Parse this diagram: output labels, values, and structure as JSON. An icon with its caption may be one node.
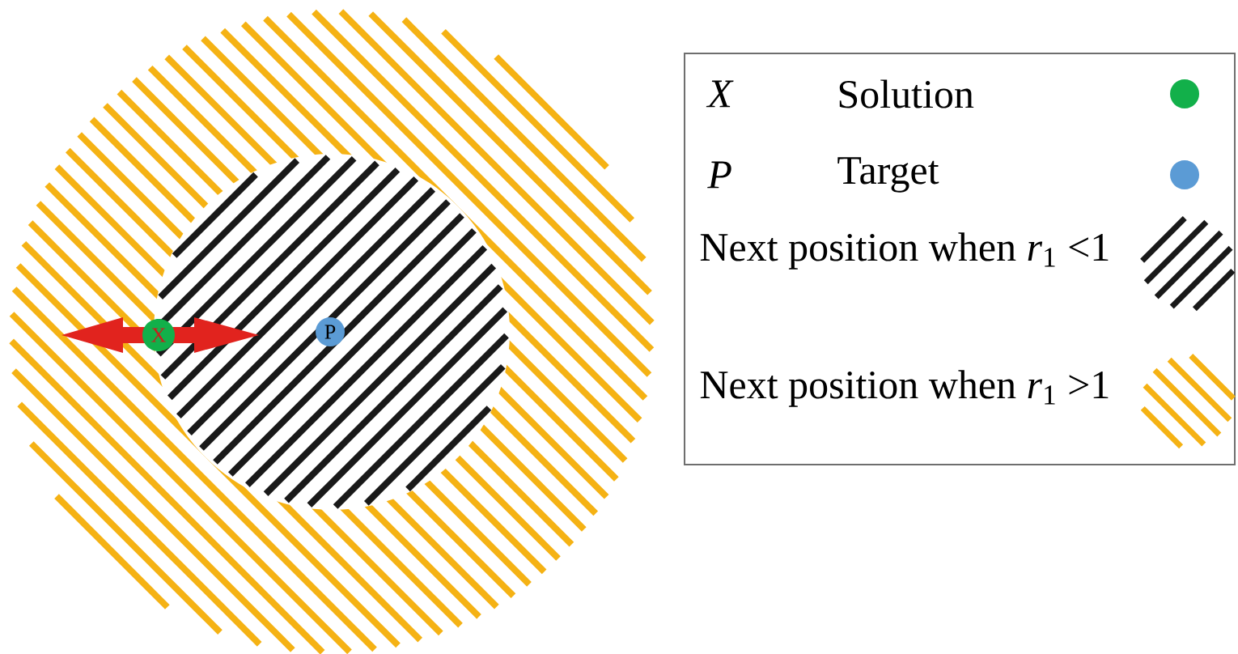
{
  "diagram": {
    "nodes": [
      {
        "text": [],
        "shape": "circle"
      },
      {
        "text": [],
        "shape": "circle",
        "in": 0
      },
      {
        "text": [
          "X"
        ],
        "in": 0
      },
      {
        "text": [
          "P"
        ],
        "in": 1
      }
    ],
    "edges": [],
    "labels": [
      "X",
      "P"
    ],
    "legend": [
      {
        "text": "Solution",
        "color": "#12b04a"
      },
      {
        "text": "Target",
        "color": "#5b9bd5"
      },
      {
        "text": "Next position when *r*$_{1}$ <1"
      },
      {
        "text": "Next position when *r*$_{1}$ >1"
      }
    ]
  }
}
